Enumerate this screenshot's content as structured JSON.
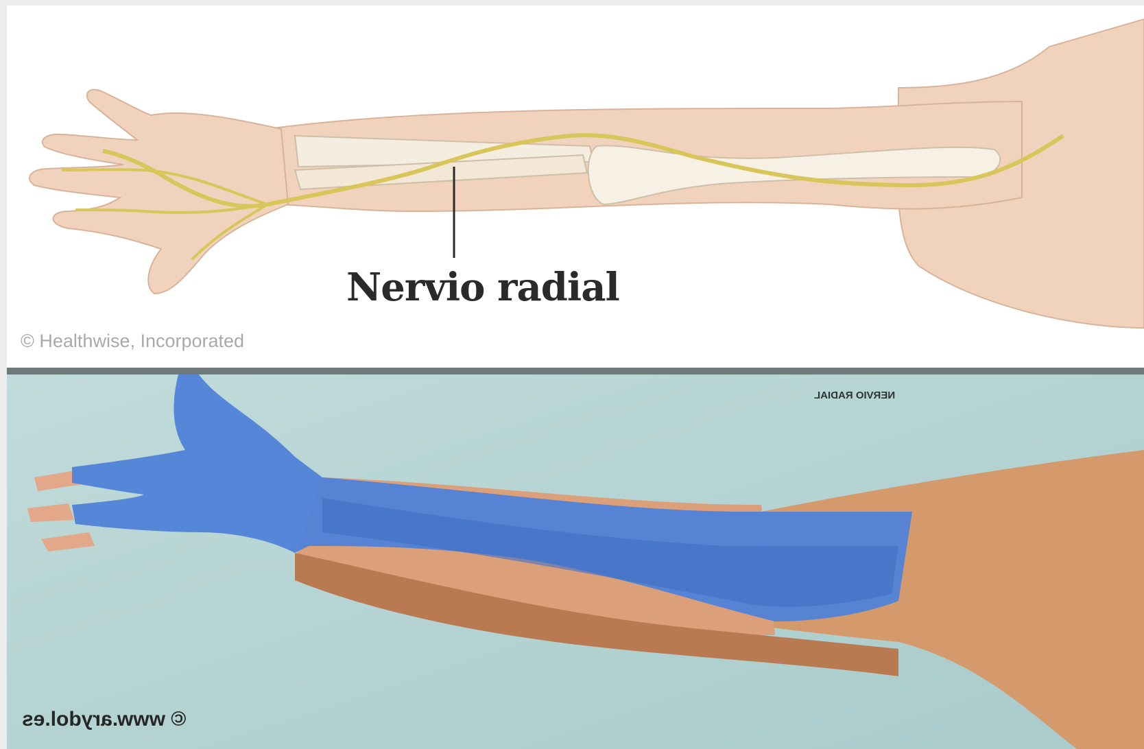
{
  "top_panel": {
    "label": "Nervio radial",
    "copyright": "© Healthwise, Incorporated"
  },
  "bottom_panel": {
    "header_mirrored": "NERVIO RADIAL",
    "footer_mirrored": "© www.arydol.es"
  },
  "colors": {
    "skin": "#f1d3bd",
    "nerve": "#d9c65a",
    "bone": "#f5ede0",
    "tape": "#4f82d8",
    "photo_background": "#b3d3d3"
  }
}
